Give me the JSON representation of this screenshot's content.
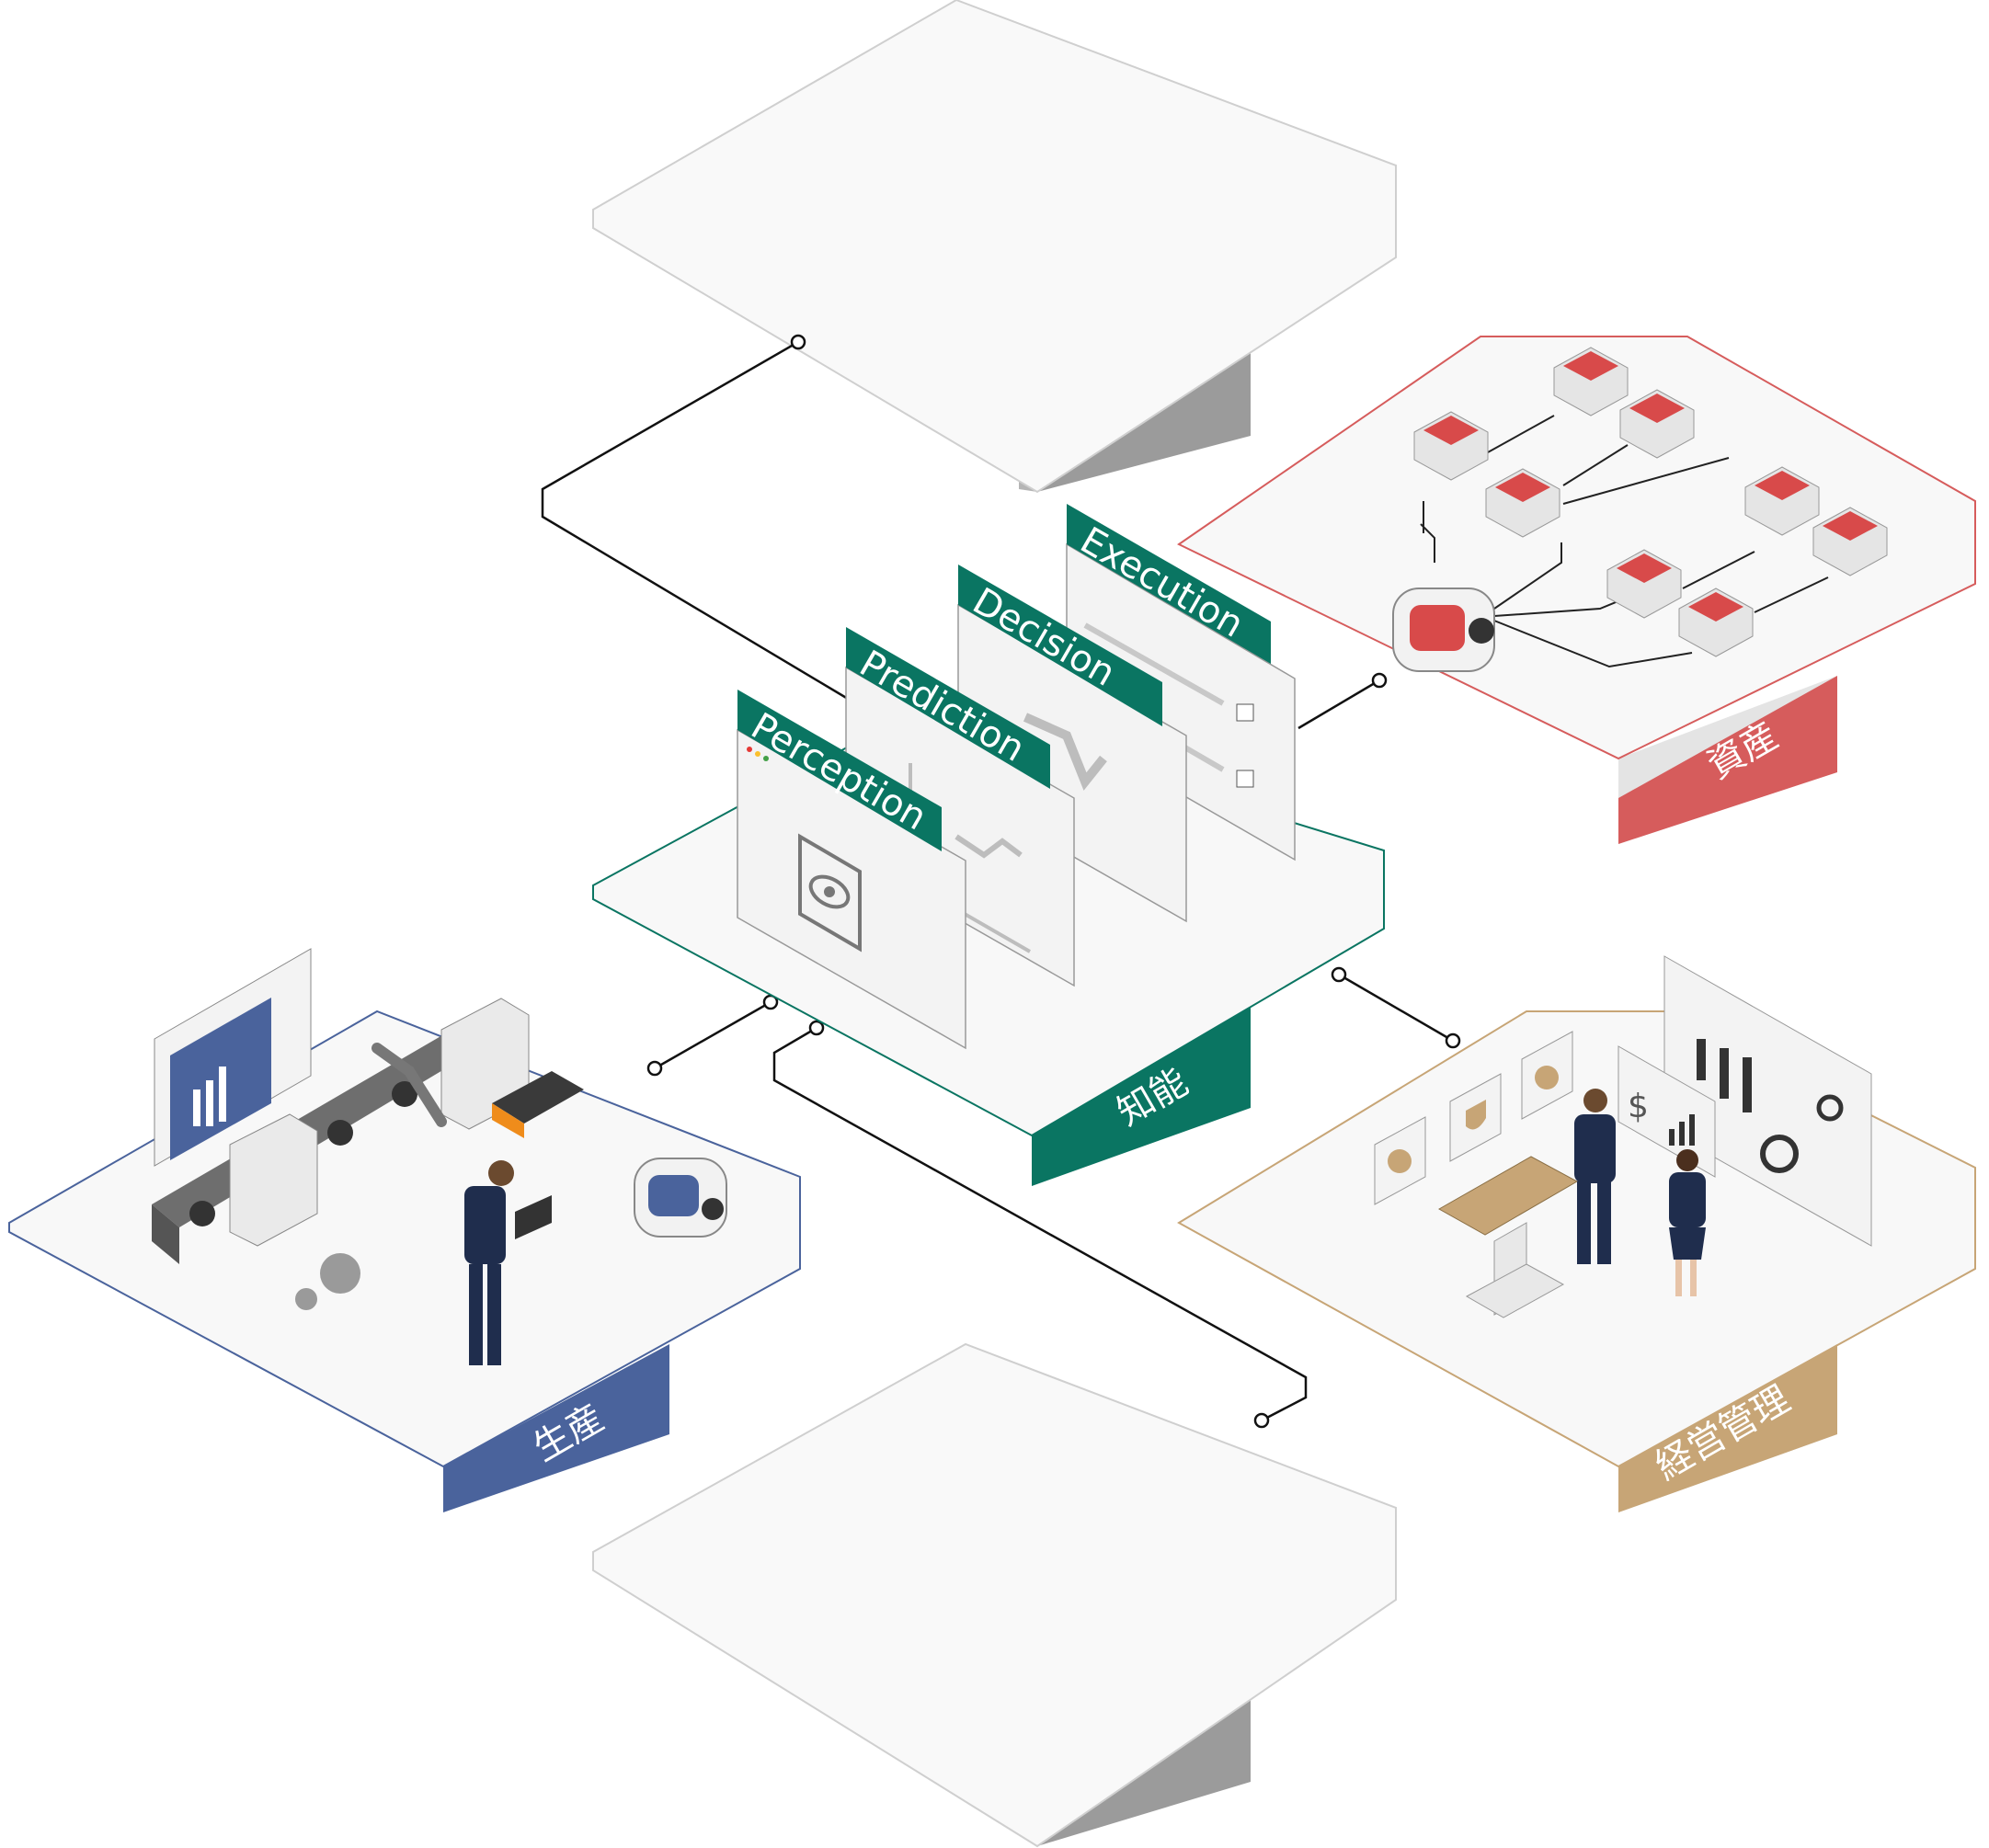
{
  "platforms": {
    "intelligence": {
      "label": "知能",
      "color": "#0a7562"
    },
    "assets": {
      "label": "資産",
      "color": "#d65c5c"
    },
    "production": {
      "label": "生産",
      "color": "#4a639c"
    },
    "management": {
      "label": "経営管理",
      "color": "#c7a576"
    }
  },
  "windows": [
    {
      "label": "Execution"
    },
    {
      "label": "Decision"
    },
    {
      "label": "Prediction"
    },
    {
      "label": "Perception"
    }
  ],
  "colors": {
    "window_header": "#0a7562",
    "platform_top": "#fafafa",
    "platform_side": "#9a9a9a",
    "connector": "#111111"
  }
}
